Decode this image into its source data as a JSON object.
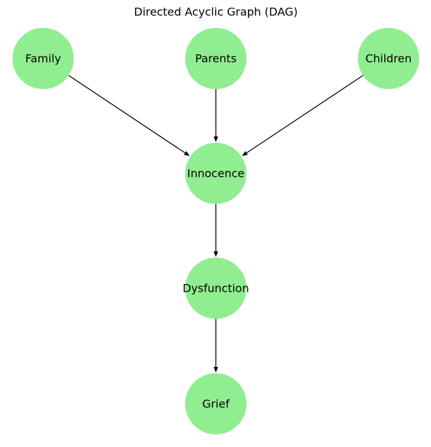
{
  "title": "Directed Acyclic Graph (DAG)",
  "node_color": "#90ee90",
  "edge_color": "#000000",
  "nodes": [
    {
      "id": "family",
      "label": "Family"
    },
    {
      "id": "parents",
      "label": "Parents"
    },
    {
      "id": "children",
      "label": "Children"
    },
    {
      "id": "innocence",
      "label": "Innocence"
    },
    {
      "id": "dysfunction",
      "label": "Dysfunction"
    },
    {
      "id": "grief",
      "label": "Grief"
    }
  ],
  "edges": [
    {
      "from": "family",
      "to": "innocence"
    },
    {
      "from": "parents",
      "to": "innocence"
    },
    {
      "from": "children",
      "to": "innocence"
    },
    {
      "from": "innocence",
      "to": "dysfunction"
    },
    {
      "from": "dysfunction",
      "to": "grief"
    }
  ]
}
